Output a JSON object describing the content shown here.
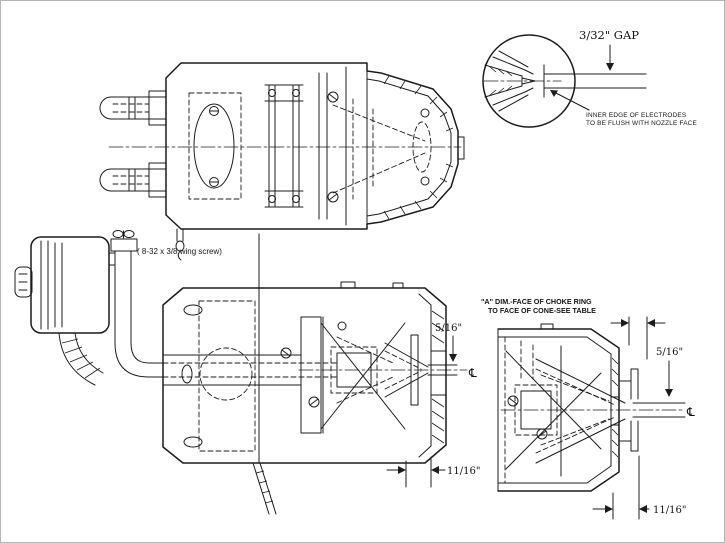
{
  "sheet": {
    "background": "#ffffff",
    "ink": "#1c1c1c"
  },
  "electrode_detail": {
    "gap_label": "3/32\" GAP",
    "note_line1": "INNER EDGE OF ELECTRODES",
    "note_line2": "TO BE FLUSH WITH NOZZLE FACE"
  },
  "mounting": {
    "wing_screw_label": "( 8-32 x 3/8 wing screw)"
  },
  "choke_note": {
    "line1": "\"A\" DIM.-FACE OF CHOKE RING",
    "line2": "TO FACE OF CONE-SEE TABLE"
  },
  "dimensions": {
    "main_view": {
      "electrode_setback": "5/16\"",
      "choke_depth": "11/16\""
    },
    "detail_view": {
      "electrode_setback": "5/16\"",
      "choke_depth": "11/16\""
    }
  },
  "symbols": {
    "centerline": "℄"
  }
}
